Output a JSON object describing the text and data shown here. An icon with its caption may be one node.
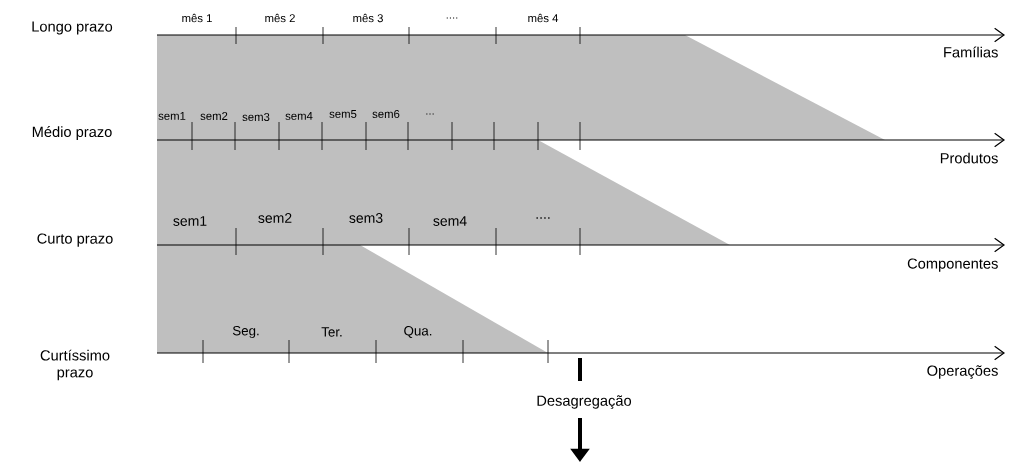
{
  "diagram": {
    "labels": [
      "Longo prazo",
      "mês 1",
      "mês 2",
      "mês 3",
      "....",
      "mês 4",
      "Famílias",
      "Médio prazo",
      "sem1",
      "sem2",
      "sem3",
      "sem4",
      "sem5",
      "sem6",
      "...",
      "Produtos",
      "Curto prazo",
      "sem1",
      "sem2",
      "sem3",
      "sem4",
      "....",
      "Componentes",
      "Curtíssimo prazo",
      "Seg.",
      "Ter.",
      "Qua.",
      "Operações",
      "Desagregação"
    ]
  }
}
